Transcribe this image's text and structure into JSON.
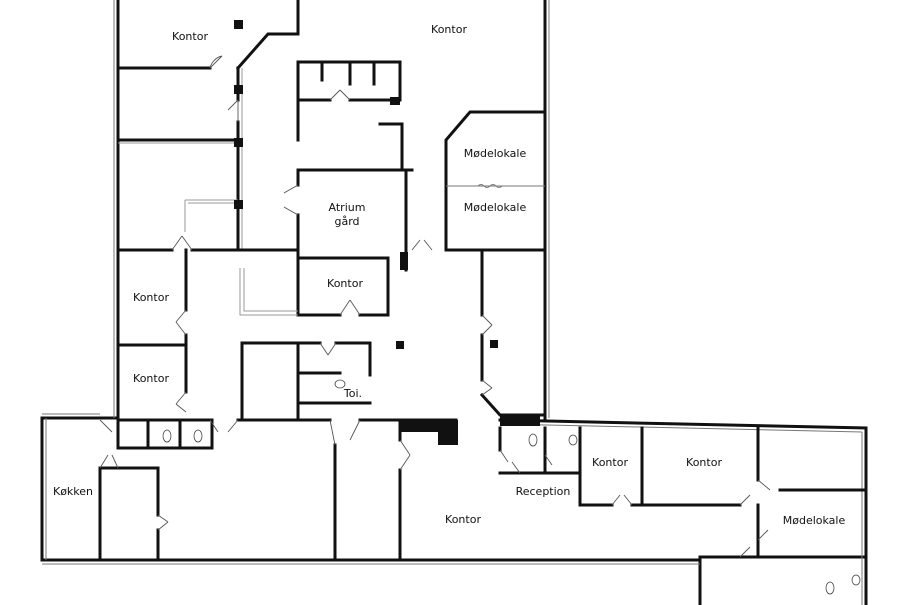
{
  "rooms": [
    {
      "id": "kontor-nw",
      "label": "Kontor"
    },
    {
      "id": "kontor-n",
      "label": "Kontor"
    },
    {
      "id": "moedelokale-1",
      "label": "Mødelokale"
    },
    {
      "id": "moedelokale-2",
      "label": "Mødelokale"
    },
    {
      "id": "atrium",
      "label": "Atrium"
    },
    {
      "id": "atrium-2",
      "label": "gård"
    },
    {
      "id": "kontor-center",
      "label": "Kontor"
    },
    {
      "id": "kontor-w1",
      "label": "Kontor"
    },
    {
      "id": "kontor-w2",
      "label": "Kontor"
    },
    {
      "id": "toilet",
      "label": "Toi."
    },
    {
      "id": "koekken",
      "label": "Køkken"
    },
    {
      "id": "kontor-south",
      "label": "Kontor"
    },
    {
      "id": "reception",
      "label": "Reception"
    },
    {
      "id": "kontor-e1",
      "label": "Kontor"
    },
    {
      "id": "kontor-e2",
      "label": "Kontor"
    },
    {
      "id": "moedelokale-3",
      "label": "Mødelokale"
    }
  ]
}
